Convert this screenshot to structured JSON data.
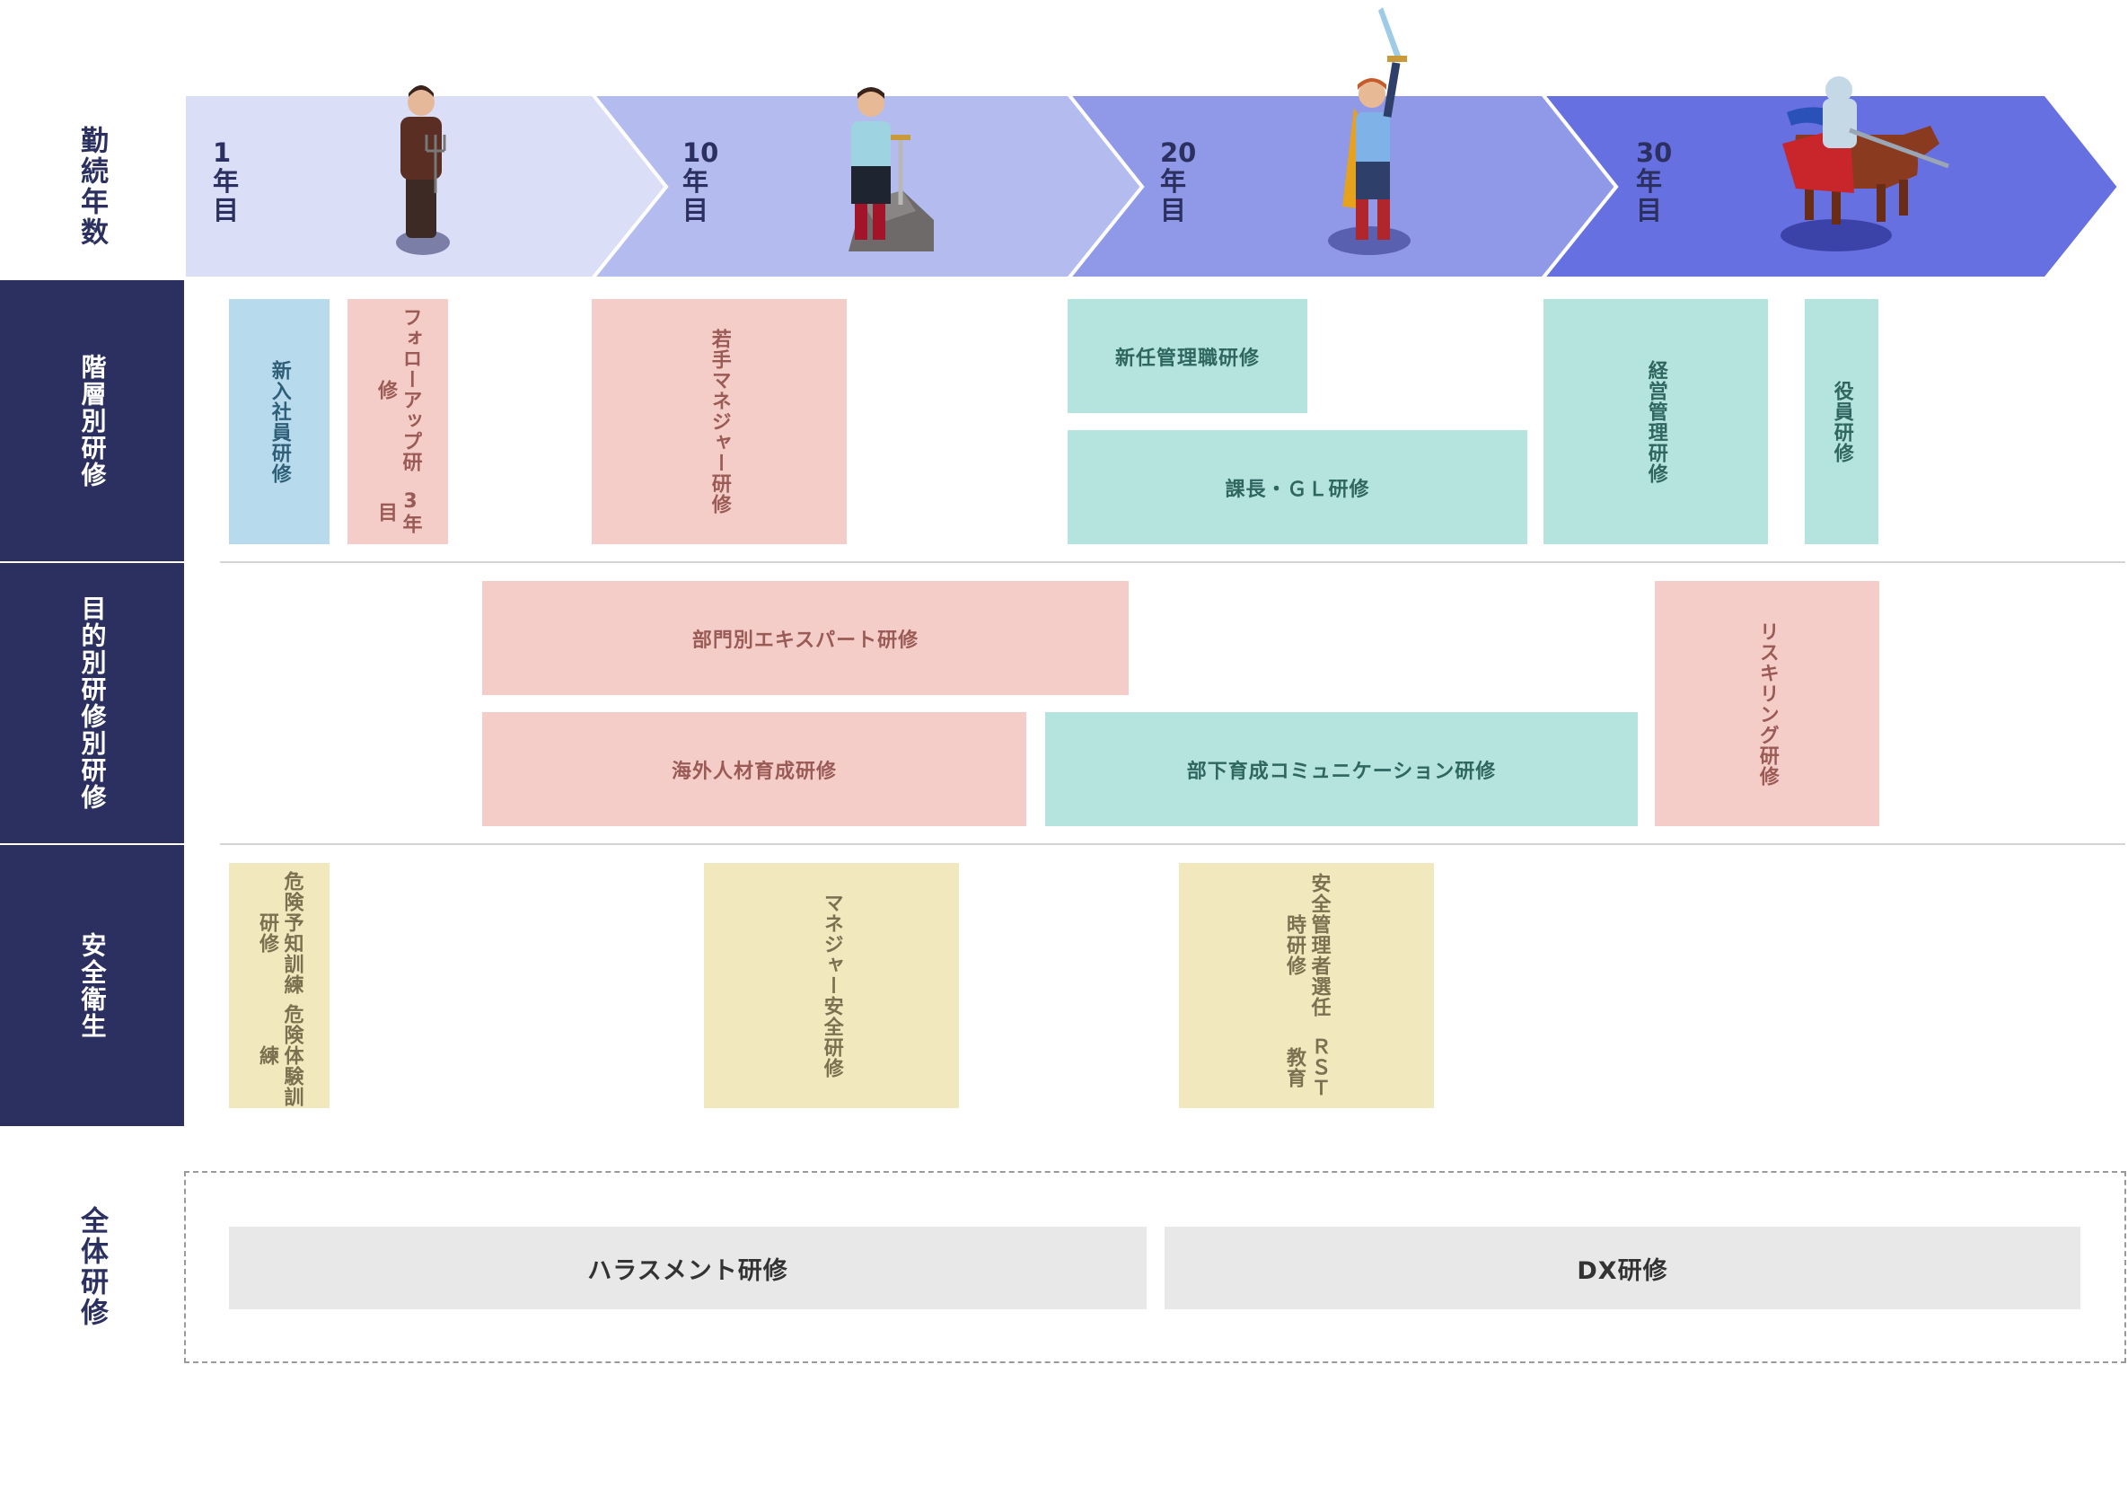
{
  "header": {
    "row_label": "勤続年数",
    "stages": [
      {
        "num": "1",
        "unit": "年",
        "suffix": "目",
        "fill": "#dbdef7"
      },
      {
        "num": "10",
        "unit": "年",
        "suffix": "目",
        "fill": "#b4bbef"
      },
      {
        "num": "20",
        "unit": "年",
        "suffix": "目",
        "fill": "#8f99e8"
      },
      {
        "num": "30",
        "unit": "年",
        "suffix": "目",
        "fill": "#6670e0"
      }
    ]
  },
  "rows": {
    "hierarchy": "階層別研修",
    "purpose": "目的別研修別研修",
    "safety": "安全衛生",
    "all": "全体研修"
  },
  "hierarchy": {
    "new_employee": "新入社員研修",
    "followup_a": "フォローアップ研修",
    "followup_b": "3年目",
    "young_manager": "若手マネジャー研修",
    "new_manager": "新任管理職研修",
    "section_chief": "課長・ＧＬ研修",
    "management": "経営管理研修",
    "executive": "役員研修"
  },
  "purpose": {
    "expert": "部門別エキスパート研修",
    "global": "海外人材育成研修",
    "communication": "部下育成コミュニケーション研修",
    "reskilling": "リスキリング研修"
  },
  "safety": {
    "hazard_a": "危険予知訓練研修",
    "hazard_b": "危険体験訓練",
    "manager_safety": "マネジャー安全研修",
    "admin_a": "安全管理者選任時研修",
    "admin_b": "ＲＳＴ教育"
  },
  "all": {
    "harassment": "ハラスメント研修",
    "dx": "DX研修"
  },
  "colors": {
    "row_label_bg": "#2b3060",
    "blue": "#b7dbed",
    "pink": "#f5cdc8",
    "teal": "#b5e3dd",
    "yellow": "#f1e8bd",
    "gray": "#e8e8e8"
  },
  "illustrations": [
    "farmer-figure",
    "sword-in-stone-figure",
    "hero-raising-sword-figure",
    "knight-on-horse-figure"
  ]
}
